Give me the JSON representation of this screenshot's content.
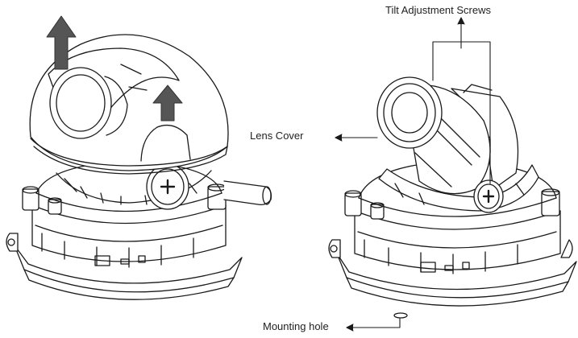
{
  "labels": {
    "tilt_adjustment_screws": "Tilt Adjustment Screws",
    "lens_cover": "Lens Cover",
    "mounting_hole": "Mounting hole"
  },
  "colors": {
    "line": "#1a1a1a",
    "arrow_fill": "#555555",
    "background": "#ffffff"
  },
  "icons": [
    "up-arrow-icon",
    "screw-icon"
  ]
}
